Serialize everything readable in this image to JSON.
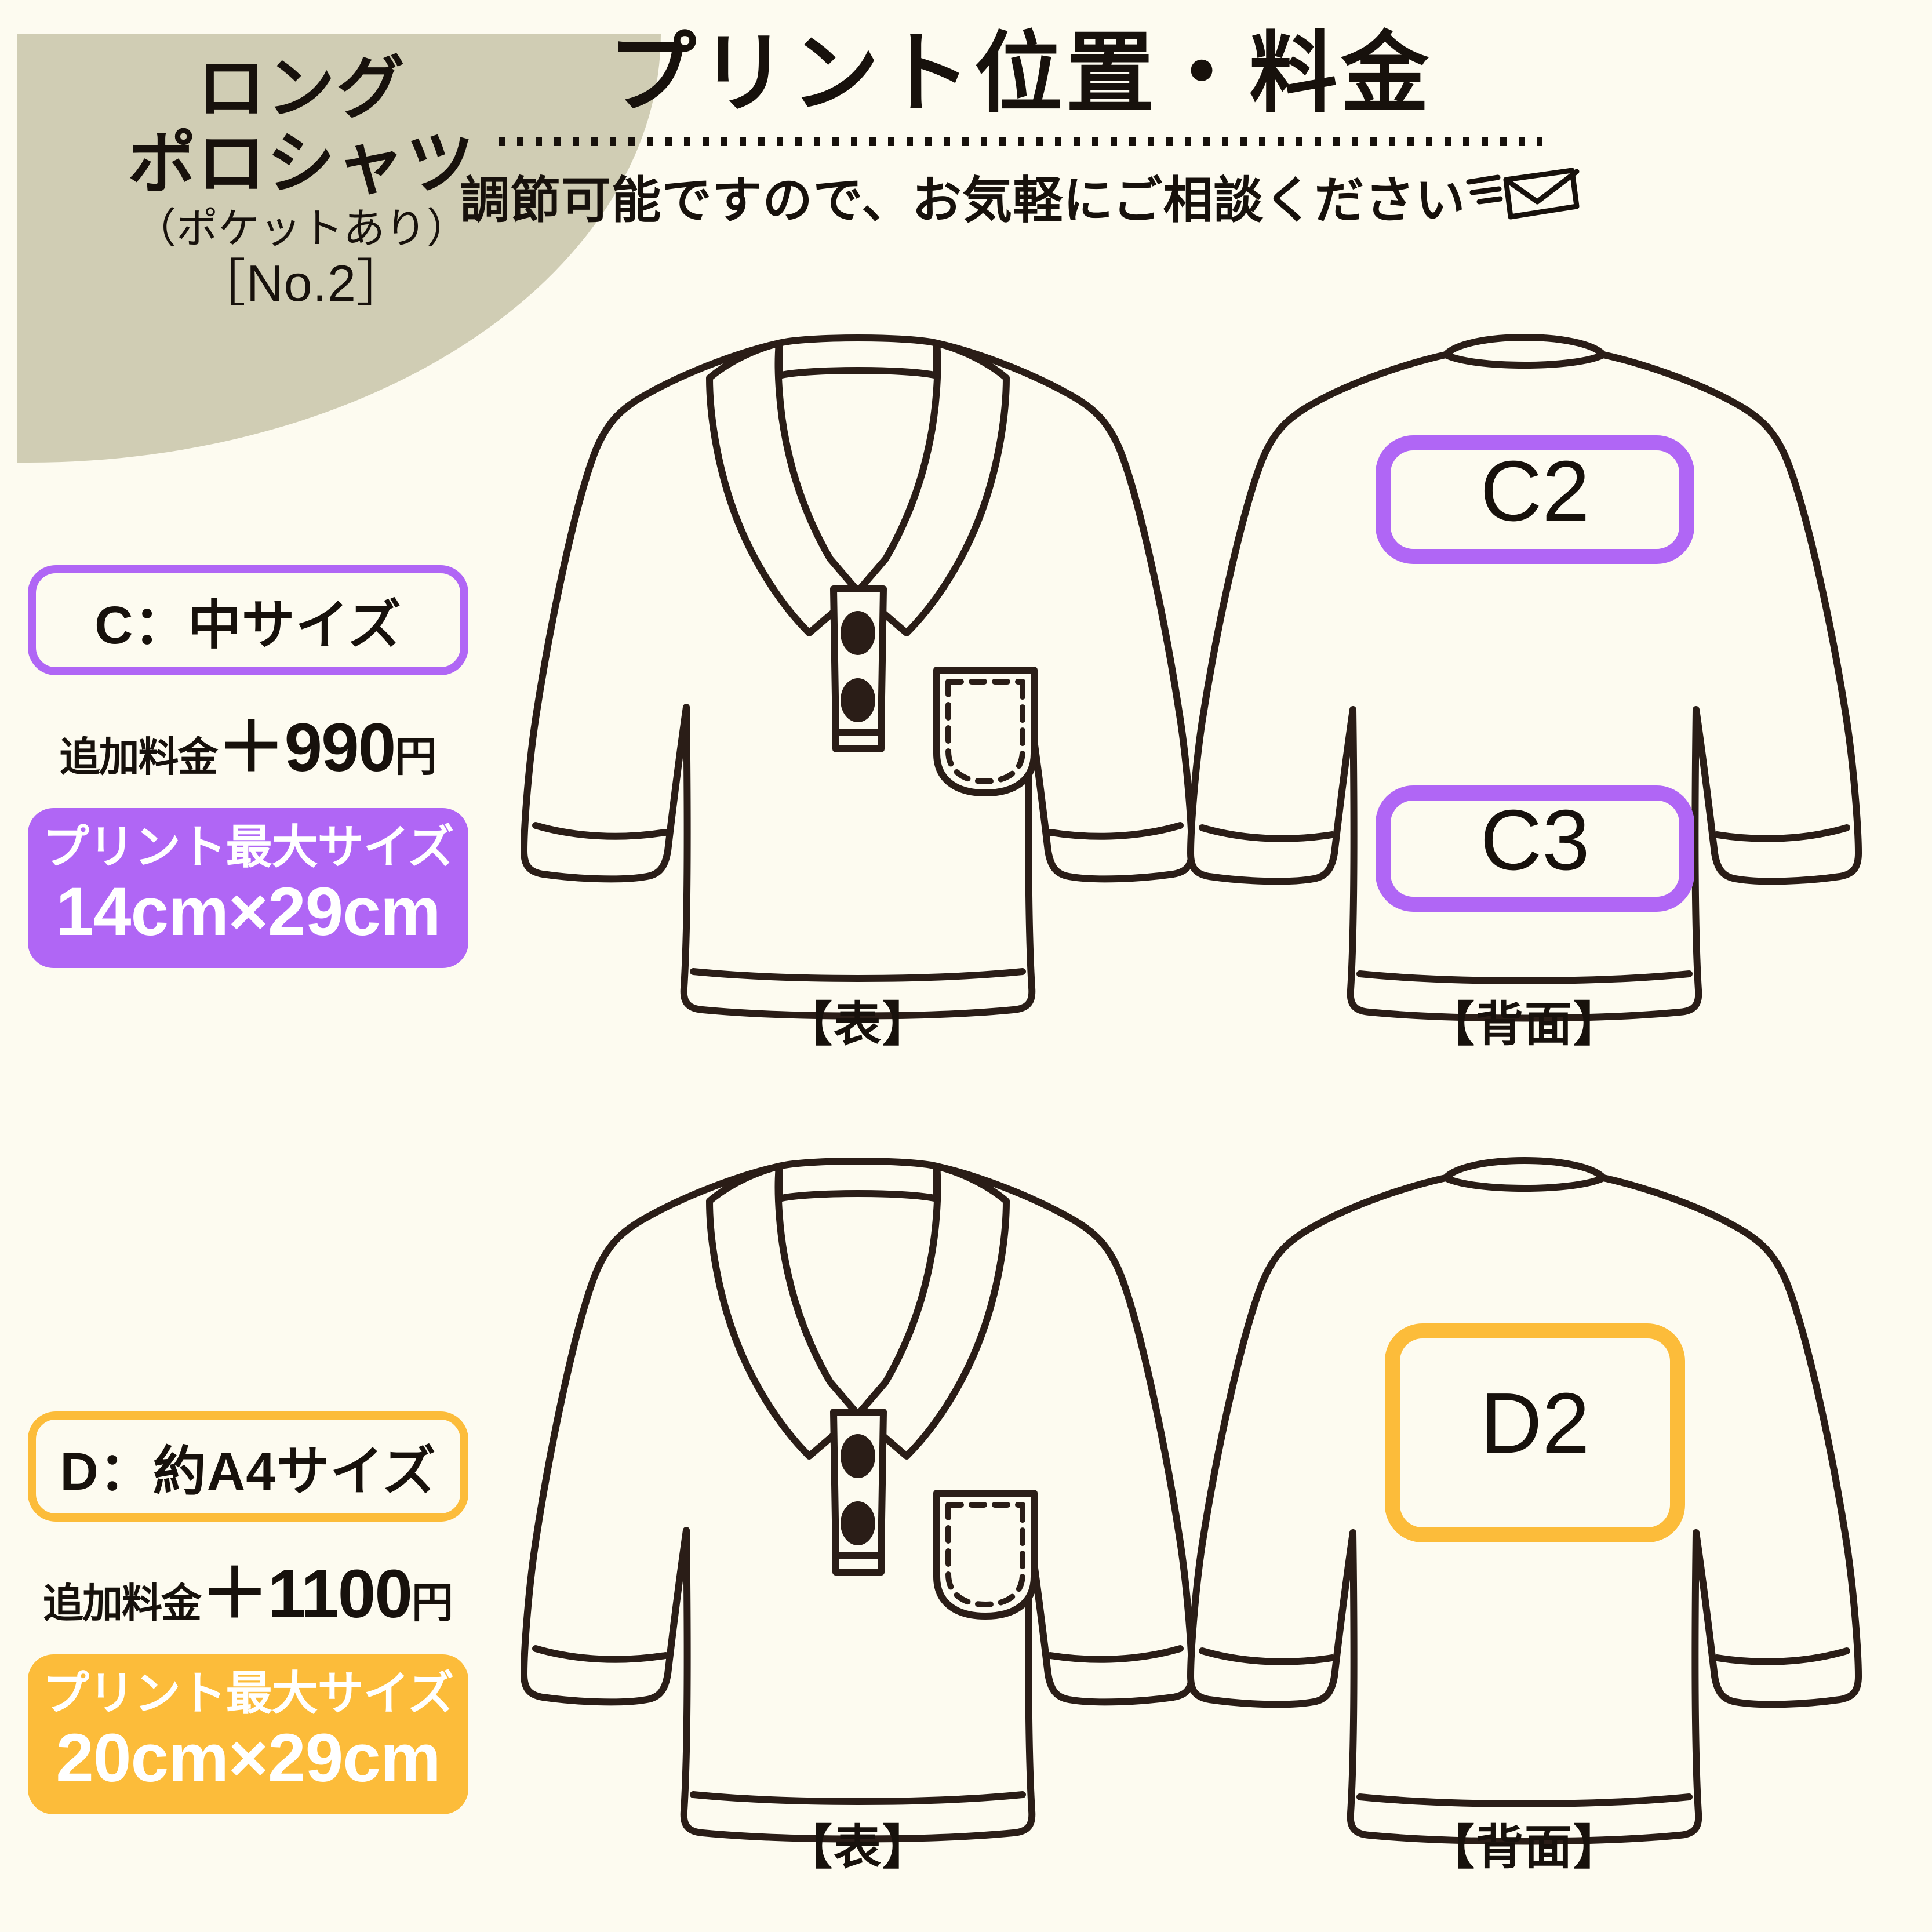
{
  "page": {
    "background_color": "#fdfbf0",
    "ink_color": "#17110c",
    "blob_color": "#d0cdb4",
    "purple": "#b066f5",
    "orange": "#fcbc3a"
  },
  "product_badge": {
    "line1": "ロング",
    "line2": "ポロシャツ",
    "line3": "（ポケットあり）",
    "line4": "［No.2］"
  },
  "header": {
    "title": "プリント位置・料金",
    "subtitle": "調節可能ですので、お気軽にご相談ください",
    "mail_icon": "mail-icon"
  },
  "specs": [
    {
      "id": "C",
      "accent": "#b066f5",
      "size_label": "C：中サイズ",
      "price_label": "追加料金",
      "price_amount": "＋990",
      "price_unit": "円",
      "maxsize_label": "プリント最大サイズ",
      "maxsize_value": "14cm×29cm"
    },
    {
      "id": "D",
      "accent": "#fcbc3a",
      "size_label": "D：約A4サイズ",
      "price_label": "追加料金",
      "price_amount": "＋1100",
      "price_unit": "円",
      "maxsize_label": "プリント最大サイズ",
      "maxsize_value": "20cm×29cm"
    }
  ],
  "figures": {
    "row_c": {
      "front": {
        "caption": "【表】",
        "zones": []
      },
      "back": {
        "caption": "【背面】",
        "zones": [
          {
            "code": "C2",
            "color": "#b066f5"
          },
          {
            "code": "C3",
            "color": "#b066f5"
          }
        ]
      }
    },
    "row_d": {
      "front": {
        "caption": "【表】",
        "zones": []
      },
      "back": {
        "caption": "【背面】",
        "zones": [
          {
            "code": "D2",
            "color": "#fcbc3a"
          }
        ]
      }
    }
  },
  "zone_codes": {
    "c2": "C2",
    "c3": "C3",
    "d2": "D2"
  }
}
